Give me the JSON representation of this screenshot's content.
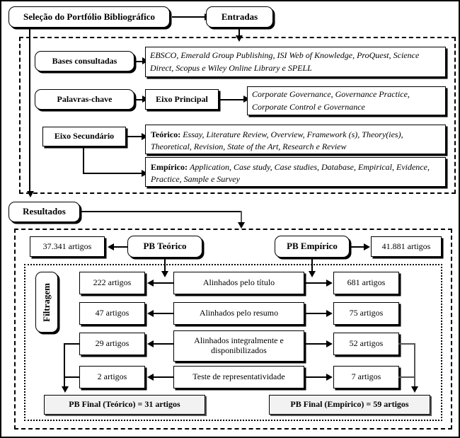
{
  "diagram": {
    "title_box": "Seleção do Portfólio Bibliográfico",
    "entradas": "Entradas",
    "resultados": "Resultados",
    "inputs_section": {
      "bases_label": "Bases consultadas",
      "bases_value": "EBSCO, Emerald Group Publishing, ISI Web of Knowledge, ProQuest, Science Direct, Scopus e Wiley Online Library e SPELL",
      "palavras_label": "Palavras-chave",
      "eixo_principal_label": "Eixo Principal",
      "eixo_principal_value": "Corporate Governance, Governance Practice, Corporate Control e Governance",
      "eixo_secundario_label": "Eixo Secundário",
      "teorico_prefix": "Teórico:",
      "teorico_value": "Essay, Literature Review, Overview, Framework (s), Theory(ies), Theoretical, Revision, State of the Art, Research e Review",
      "empirico_prefix": "Empírico:",
      "empirico_value": "Application, Case study, Case studies, Database, Empirical, Evidence, Practice, Sample e Survey"
    },
    "results_section": {
      "pb_teorico": "PB Teórico",
      "pb_teorico_count": "37.341 artigos",
      "pb_empirico": "PB Empírico",
      "pb_empirico_count": "41.881 artigos",
      "filtragem_label": "Filtragem",
      "filter_rows": [
        {
          "left": "222 artigos",
          "center": "Alinhados pelo título",
          "right": "681 artigos"
        },
        {
          "left": "47 artigos",
          "center": "Alinhados pelo resumo",
          "right": "75 artigos"
        },
        {
          "left": "29 artigos",
          "center": "Alinhados integralmente e disponibilizados",
          "right": "52 artigos"
        },
        {
          "left": "2 artigos",
          "center": "Teste de representatividade",
          "right": "7 artigos"
        }
      ],
      "final_teorico": "PB Final (Teórico) = 31 artigos",
      "final_empirico": "PB Final (Empírico) = 59 artigos"
    }
  },
  "colors": {
    "line": "#000000",
    "gray_line": "#555555",
    "background": "#ffffff"
  }
}
